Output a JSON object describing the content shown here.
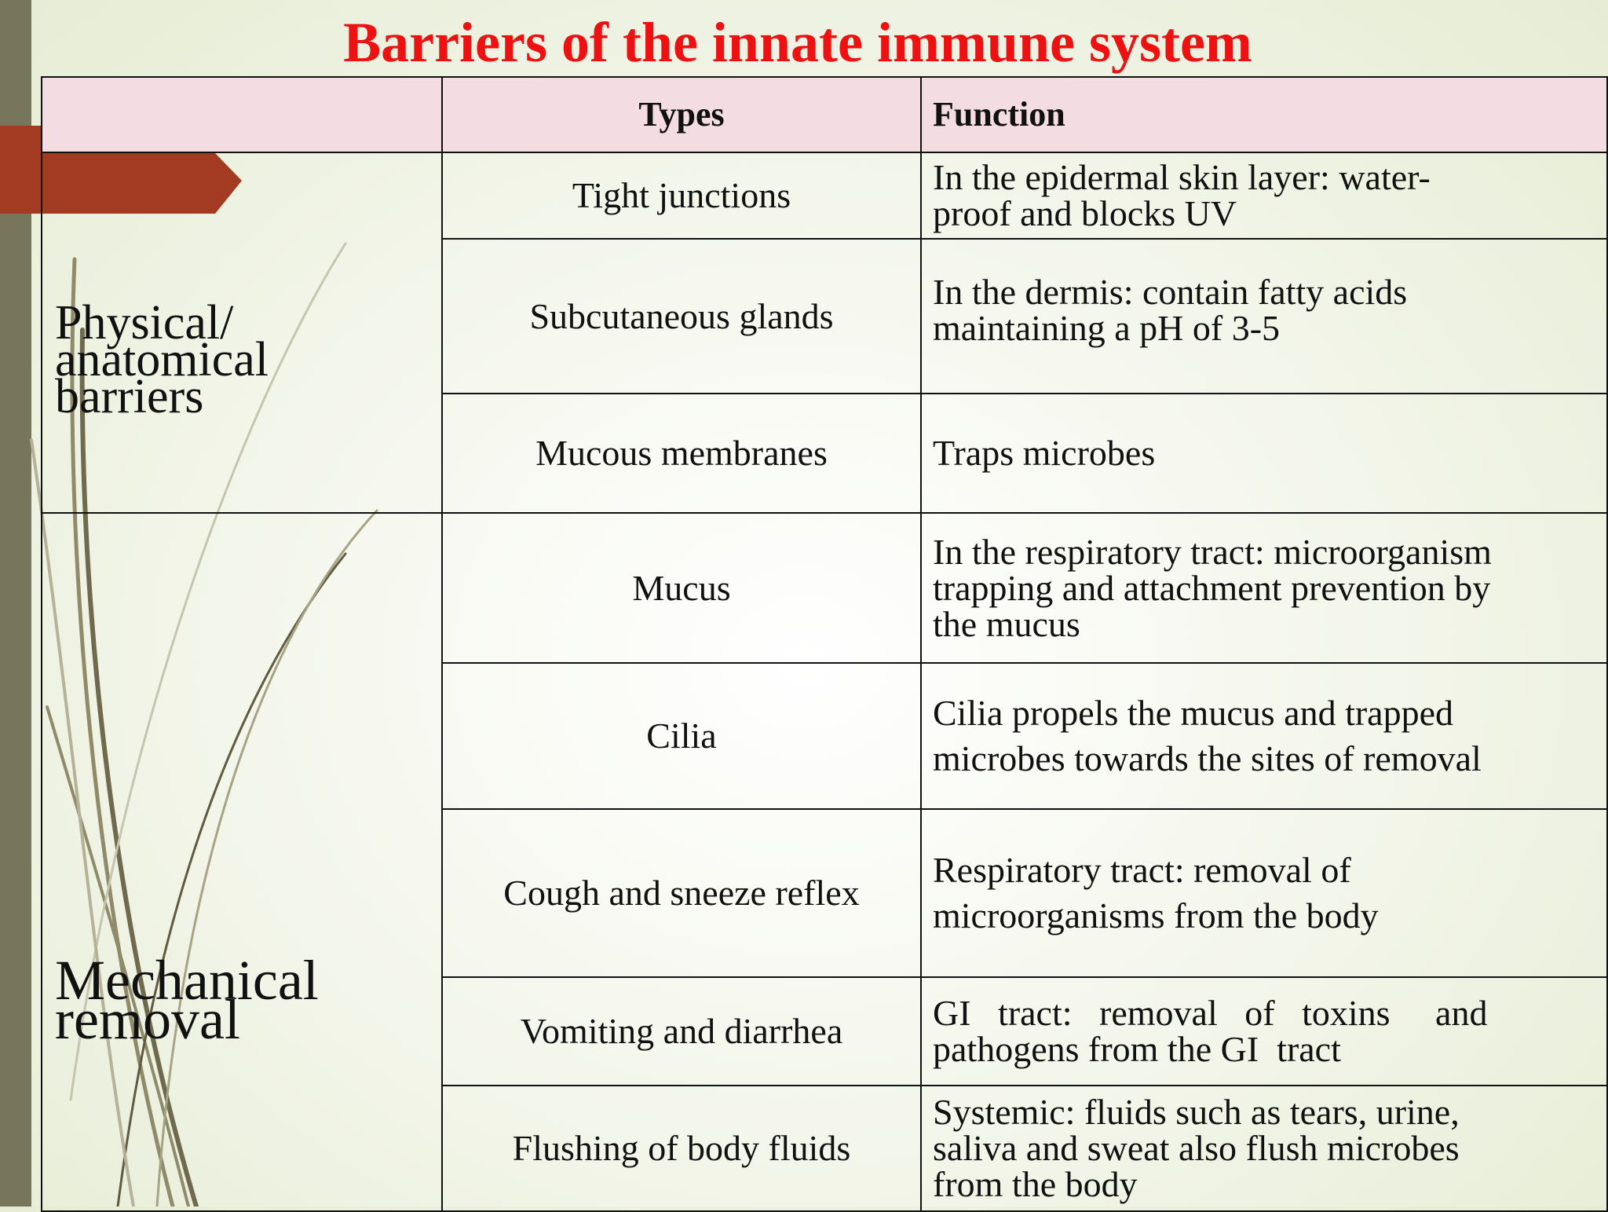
{
  "title": "Barriers of the innate immune system",
  "table": {
    "headers": [
      "",
      "Types",
      "Function"
    ],
    "groups": [
      {
        "category": "Physical/\nanatomical\nbarriers",
        "rows": [
          {
            "type": "Tight junctions",
            "function": "In the epidermal skin layer:  water-\nproof and blocks UV"
          },
          {
            "type": "Subcutaneous glands",
            "function": "In the dermis: contain fatty  acids\nmaintaining a pH of 3-5"
          },
          {
            "type": "Mucous membranes",
            "function": "Traps microbes"
          }
        ]
      },
      {
        "category": "Mechanical\nremoval",
        "rows": [
          {
            "type": "Mucus",
            "function": "In the respiratory tract:  microorganism\ntrapping and  attachment prevention by\nthe  mucus"
          },
          {
            "type": "Cilia",
            "function": "Cilia propels the mucus and  trapped\nmicrobes towards the  sites of removal"
          },
          {
            "type": "Cough and sneeze reflex",
            "function": "Respiratory tract: removal of\nmicroorganisms from the  body"
          },
          {
            "type": "Vomiting and diarrhea",
            "function": "GI   tract:   removal   of   toxins     and\npathogens from the GI  tract"
          },
          {
            "type": "Flushing of body fluids",
            "function": "Systemic: fluids such as tears,  urine,\nsaliva and sweat also  flush microbes\nfrom the body"
          }
        ]
      }
    ]
  },
  "colors": {
    "title": "#ee1111",
    "header_bg": "#f3dde2",
    "accent_red": "#a33a22",
    "side_bar": "#77755a"
  }
}
